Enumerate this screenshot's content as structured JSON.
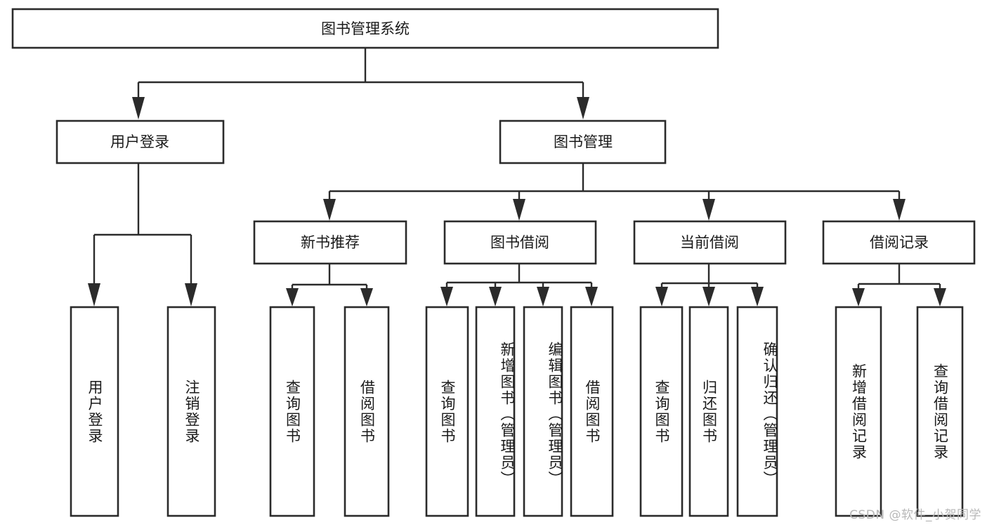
{
  "diagram": {
    "title": "图书管理系统",
    "type": "tree-hierarchy-flowchart",
    "root": {
      "id": "root",
      "label": "图书管理系统",
      "orientation": "horizontal"
    },
    "level2": [
      {
        "id": "user-login",
        "label": "用户登录",
        "orientation": "horizontal"
      },
      {
        "id": "book-management",
        "label": "图书管理",
        "orientation": "horizontal"
      }
    ],
    "level3": [
      {
        "id": "new-book-recommend",
        "label": "新书推荐",
        "orientation": "horizontal",
        "parent": "book-management"
      },
      {
        "id": "book-borrow",
        "label": "图书借阅",
        "orientation": "horizontal",
        "parent": "book-management"
      },
      {
        "id": "current-borrow",
        "label": "当前借阅",
        "orientation": "horizontal",
        "parent": "book-management"
      },
      {
        "id": "borrow-record",
        "label": "借阅记录",
        "orientation": "horizontal",
        "parent": "book-management"
      }
    ],
    "leaves": [
      {
        "id": "leaf-user-login",
        "label": "用户登录",
        "orientation": "vertical",
        "parent": "user-login"
      },
      {
        "id": "leaf-logout-login",
        "label": "注销登录",
        "orientation": "vertical",
        "parent": "user-login"
      },
      {
        "id": "leaf-query-book-1",
        "label": "查询图书",
        "orientation": "vertical",
        "parent": "new-book-recommend"
      },
      {
        "id": "leaf-borrow-book-1",
        "label": "借阅图书",
        "orientation": "vertical",
        "parent": "new-book-recommend"
      },
      {
        "id": "leaf-query-book-2",
        "label": "查询图书",
        "orientation": "vertical",
        "parent": "book-borrow"
      },
      {
        "id": "leaf-add-book",
        "label": "新增图书（管理员）",
        "orientation": "vertical",
        "parent": "book-borrow"
      },
      {
        "id": "leaf-edit-book",
        "label": "编辑图书（管理员）",
        "orientation": "vertical",
        "parent": "book-borrow"
      },
      {
        "id": "leaf-borrow-book-2",
        "label": "借阅图书",
        "orientation": "vertical",
        "parent": "book-borrow"
      },
      {
        "id": "leaf-query-book-3",
        "label": "查询图书",
        "orientation": "vertical",
        "parent": "current-borrow"
      },
      {
        "id": "leaf-return-book",
        "label": "归还图书",
        "orientation": "vertical",
        "parent": "current-borrow"
      },
      {
        "id": "leaf-confirm-return",
        "label": "确认归还（管理员）",
        "orientation": "vertical",
        "parent": "current-borrow"
      },
      {
        "id": "leaf-add-record",
        "label": "新增借阅记录",
        "orientation": "vertical",
        "parent": "borrow-record"
      },
      {
        "id": "leaf-query-record",
        "label": "查询借阅记录",
        "orientation": "vertical",
        "parent": "borrow-record"
      }
    ],
    "colors": {
      "box_stroke": "#2b2b2b",
      "box_fill": "#ffffff",
      "connector": "#2b2b2b",
      "text": "#1a1a1a",
      "background": "#ffffff",
      "watermark": "#b8b8b8"
    }
  },
  "watermark": {
    "text": "CSDN @软件_小贺同学"
  }
}
